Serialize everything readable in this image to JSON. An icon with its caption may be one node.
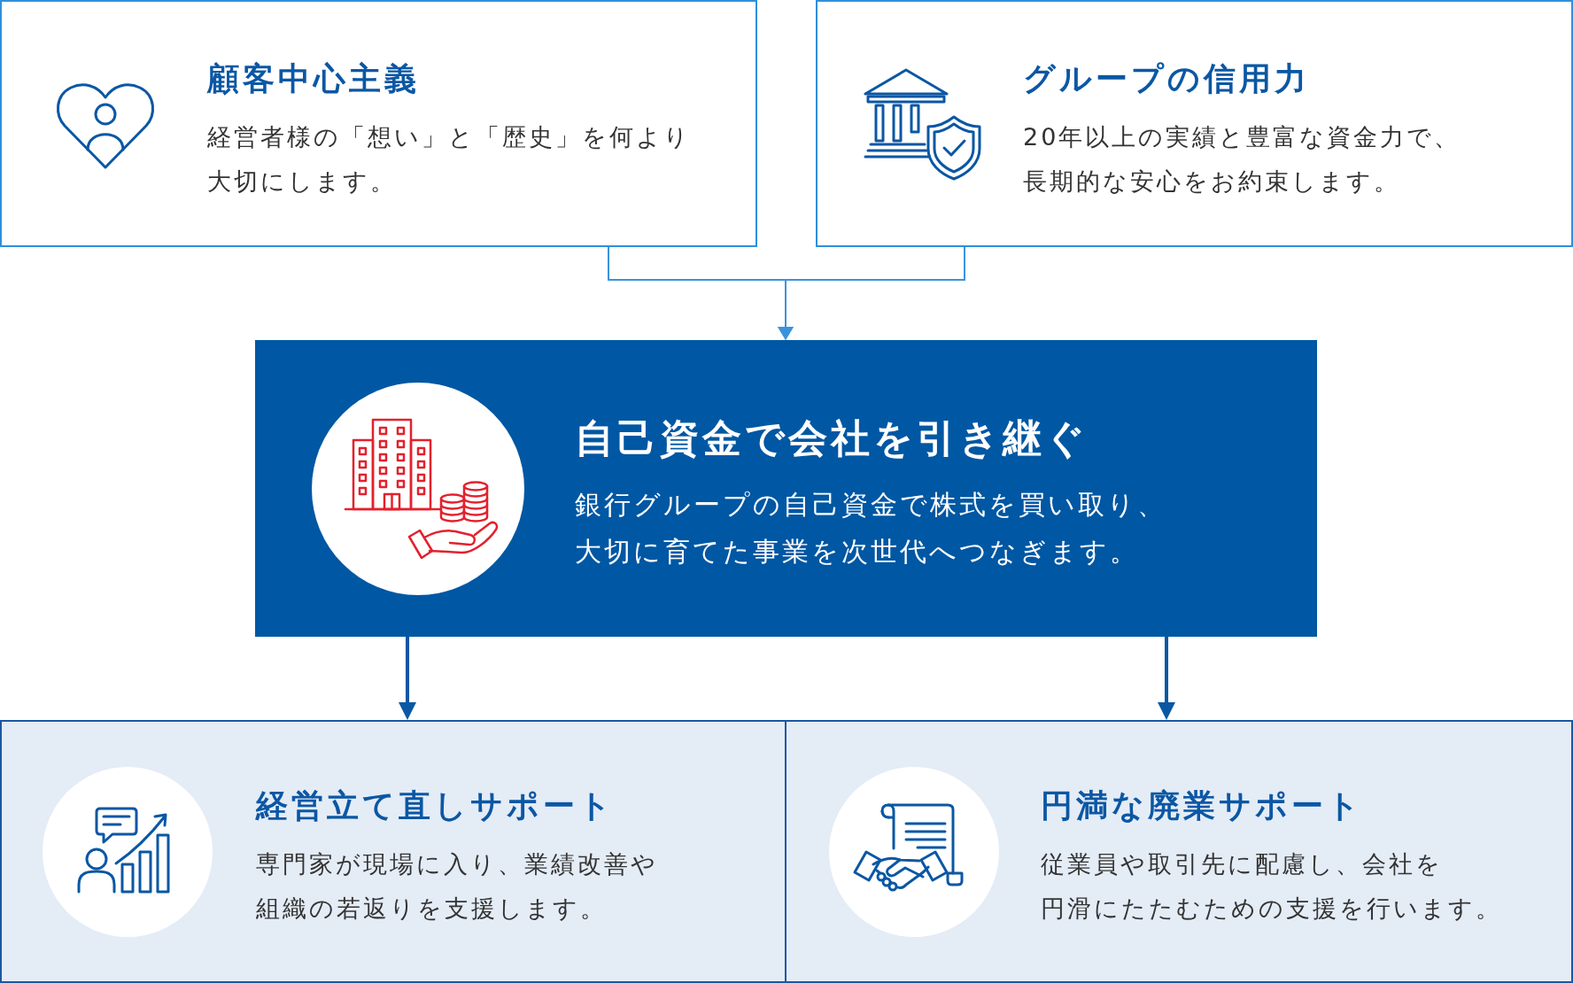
{
  "diagram": {
    "nodes": [
      {
        "text": [
          "顧客中心主義",
          "経営者様の「想い」と「歴史」を何より大切にします。"
        ]
      },
      {
        "text": [
          "グループの信用力",
          "20年以上の実績と豊富な資金力で、長期的な安心をお約束します。"
        ]
      },
      {
        "text": [
          "自己資金で会社を引き継ぐ",
          "銀行グループの自己資金で株式を買い取り、大切に育てた事業を次世代へつなぎます。"
        ]
      },
      {
        "text": [
          "経営立て直しサポート",
          "専門家が現場に入り、業績改善や組織の若返りを支援します。"
        ]
      },
      {
        "text": [
          "円満な廃業サポート",
          "従業員や取引先に配慮し、会社を円滑にたたむための支援を行います。"
        ]
      }
    ],
    "edges": [
      {
        "from": 0,
        "to": 2,
        "arrow": "to",
        "color": "#3b93dd"
      },
      {
        "from": 1,
        "to": 2,
        "arrow": "to",
        "color": "#3b93dd"
      },
      {
        "from": 2,
        "to": 3,
        "arrow": "to"
      },
      {
        "from": 2,
        "to": 4,
        "arrow": "to"
      }
    ]
  }
}
